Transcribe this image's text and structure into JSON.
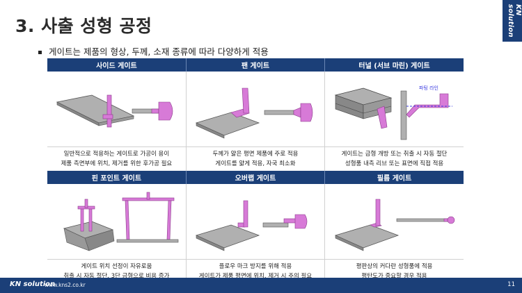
{
  "title": "3. 사출 성형 공정",
  "logo": "KN solution",
  "bullet": "게이트는 제품의 형상, 두께, 소재 종류에 따라 다양하게 적용",
  "gates": [
    {
      "name": "사이드 게이트",
      "desc": [
        "일반적으로 적용하는 게이트로 가공이 용이",
        "제품 측면부에 위치, 제거를 위한 후가공 필요"
      ]
    },
    {
      "name": "팬 게이트",
      "desc": [
        "두께가 얇은 평면 제품에 주로 적용",
        "게이트를 얇게 적용, 자국 최소화"
      ]
    },
    {
      "name": "터널 (서브 마린) 게이트",
      "parting_label": "파팅 라인",
      "desc": [
        "게이트는 금형 개방 또는 취출 시 자동 절단",
        "성형품 내측 리브 또는 표면에 직접 적용"
      ]
    },
    {
      "name": "핀 포인트 게이트",
      "desc": [
        "게이트 위치 선정이 자유로움",
        "취출 시 자동 절단, 3단 금형으로 비용 증가"
      ]
    },
    {
      "name": "오버랩 게이트",
      "desc": [
        "플로우 마크 방지를 위해 적용",
        "게이트가 제품 평면에 위치, 제거 시 주의 필요"
      ]
    },
    {
      "name": "필름 게이트",
      "desc": [
        "평판상의 커다란 성형품에 적용",
        "평탄도가 중요할 경우 적용"
      ]
    }
  ],
  "footer": {
    "brand": "KN solution",
    "url": "www.kns2.co.kr",
    "page": "11"
  },
  "colors": {
    "header": "#1b3f78",
    "gate_fill": "#d77ad7",
    "plate_fill": "#a9a9a9"
  }
}
